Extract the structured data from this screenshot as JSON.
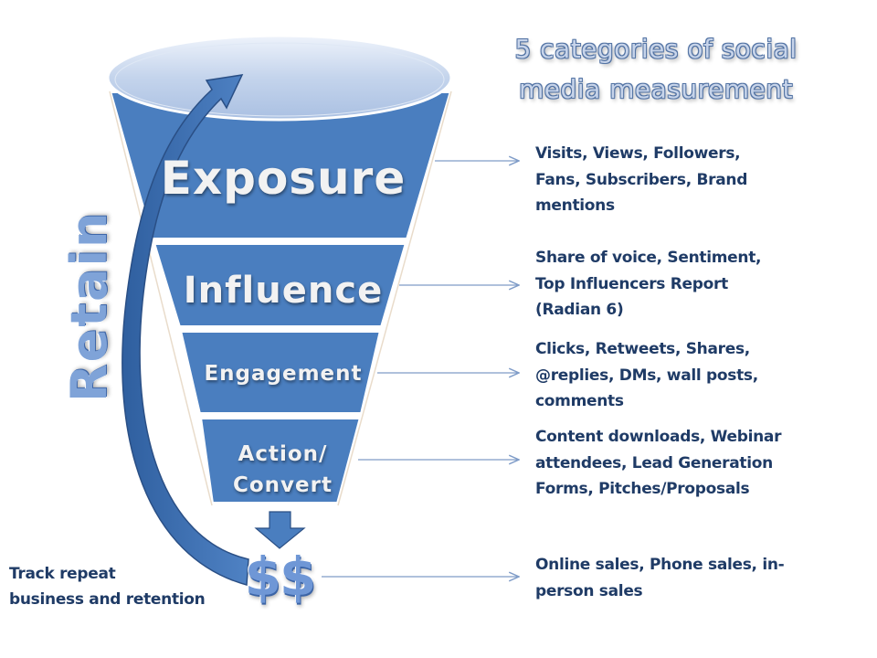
{
  "title": {
    "line1": "5 categories of social",
    "line2": "media measurement"
  },
  "colors": {
    "funnel_fill": "#4a7ebf",
    "funnel_border": "#ffffff",
    "rim_fill": "#c9d8ee",
    "arrow_fill": "#3f6fb0",
    "arrow_stroke": "#2a4f85",
    "desc_text": "#1f3b66",
    "connector": "#7f9cc8",
    "retain_text": "#7fa3d8",
    "dollar_text": "#6f97d6"
  },
  "funnel": {
    "stages": [
      {
        "label": "Exposure",
        "description": [
          "Visits, Views, Followers,",
          "Fans, Subscribers, Brand",
          "mentions"
        ]
      },
      {
        "label": "Influence",
        "description": [
          "Share of voice, Sentiment,",
          "Top Influencers Report",
          "(Radian 6)"
        ]
      },
      {
        "label": "Engagement",
        "description": [
          "Clicks, Retweets, Shares,",
          "@replies, DMs, wall posts,",
          "comments"
        ]
      },
      {
        "label_line1": "Action/",
        "label_line2": "Convert",
        "description": [
          "Content downloads, Webinar",
          "attendees, Lead Generation",
          "Forms, Pitches/Proposals"
        ]
      }
    ],
    "outcome": {
      "symbol": "$$",
      "description": [
        "Online sales, Phone sales, in-",
        "person sales"
      ]
    }
  },
  "retain": {
    "label": "Retain",
    "note_line1": "Track repeat",
    "note_line2": "business and retention"
  },
  "icons": {
    "down_arrow": "down-arrow-icon",
    "curved_arrow": "curved-return-arrow-icon",
    "connector_arrow": "right-arrow-icon"
  }
}
